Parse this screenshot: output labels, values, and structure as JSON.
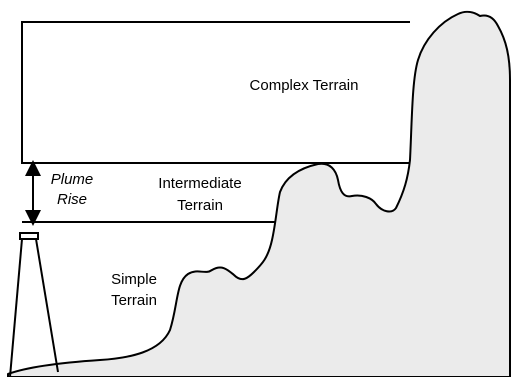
{
  "labels": {
    "complex": "Complex Terrain",
    "intermediate_line1": "Intermediate",
    "intermediate_line2": "Terrain",
    "plume_line1": "Plume",
    "plume_line2": "Rise",
    "simple_line1": "Simple",
    "simple_line2": "Terrain"
  },
  "colors": {
    "terrain_fill": "#ebebeb",
    "line": "#000000",
    "background": "#ffffff"
  }
}
